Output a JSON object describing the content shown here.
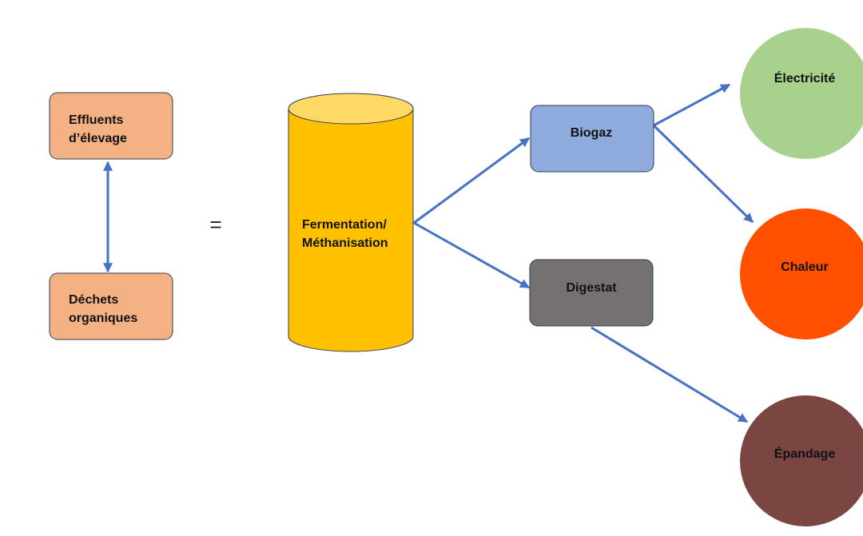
{
  "diagram": {
    "inputs": {
      "effluents": {
        "line1": "Effluents",
        "line2": "d’élevage"
      },
      "dechets": {
        "line1": "Déchets",
        "line2": "organiques"
      }
    },
    "equals": "=",
    "digester": {
      "line1": "Fermentation/",
      "line2": "Méthanisation"
    },
    "products": {
      "biogaz": "Biogaz",
      "digestat": "Digestat"
    },
    "uses": {
      "electricite": "Électricité",
      "chaleur": "Chaleur",
      "epandage": "Épandage"
    }
  },
  "colors": {
    "input_fill": "#F4B183",
    "digester_body": "#FFC000",
    "digester_top": "#FFD966",
    "biogaz_fill": "#8FAADC",
    "digestat_fill": "#767171",
    "electricite_fill": "#A9D18E",
    "chaleur_fill": "#FF5000",
    "epandage_fill": "#7B4542",
    "arrow": "#4472C4"
  }
}
